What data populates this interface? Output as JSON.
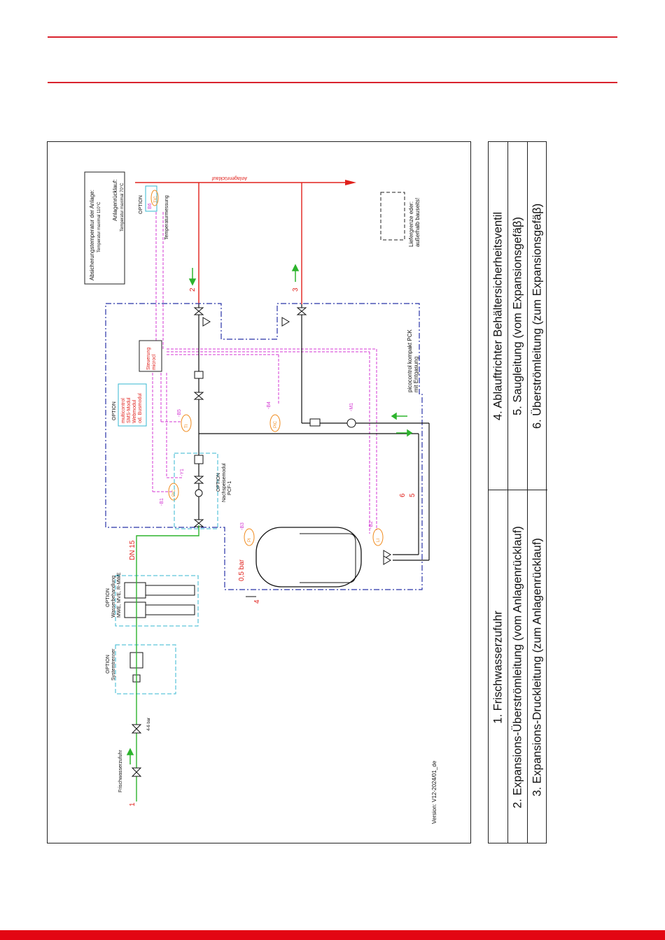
{
  "legend": {
    "items": [
      "1. Frischwasserzufuhr",
      "2. Expansions-Überströmleitung (vom Anlagenrücklauf)",
      "3. Expansions-Druckleitung (zum Anlagenrücklauf)",
      "4. Ablauftrichter Behältersicherheitsventil",
      "5. Saugleitung (vom Expansionsgefäβ)",
      "6. Überströmleitung (zum Expansionsgefäβ)"
    ]
  },
  "diagram": {
    "info_box": {
      "line1": "Absicherungstemperatur der Anlage:",
      "line2": "Temperatur maximal 110°C",
      "line3": "Anlagenrücklauf:",
      "line4": "Temperatur maximal 70°C"
    },
    "return_line_label": "Anlagenrücklauf",
    "delivery_limit": {
      "line1": "Liefergrenze eder:",
      "line2": "außerhalb bauseits!"
    },
    "temp_option": {
      "option": "OPTION",
      "sensor": "B6",
      "tag": "TIC",
      "caption": "Temperaturmessung"
    },
    "unit_label": {
      "line1": "picocontrol kompakt PCK",
      "line2": "mit Entgasung"
    },
    "control": {
      "line1": "Steuerung",
      "line2": "microcl"
    },
    "multi_option": {
      "option": "OPTION",
      "line1": "multicontrol",
      "line2": "SMS-Modul",
      "line3": "Webmodul",
      "line4": "od. Busmodul"
    },
    "refill_option": {
      "option": "OPTION",
      "line1": "Nachspeisemodul",
      "line2": "PCF-1"
    },
    "water_treatment": {
      "option": "OPTION",
      "line1": "Wasserbehandlung",
      "line2": "MWE, MVE, R-MWE"
    },
    "separator": {
      "option": "OPTION",
      "line1": "Systemtrenner"
    },
    "fresh_water_label": "Frischwasserzufuhr",
    "pressure_gauge": "4-6 bar",
    "dn_label": "DN 15",
    "safety_valve": "0,5 bar",
    "version": "Version: V12-2024/01_de",
    "sensors": {
      "b1": "-B1",
      "y1": "-Y1",
      "b2": "-B2",
      "b3": "-B3",
      "b4": "-B4",
      "b5": "-B5",
      "m1": "-M1"
    },
    "instrument_tags": {
      "pi": "PI",
      "pic": "PIC",
      "ti": "TI",
      "li": "LI"
    },
    "line_numbers": {
      "n1": "1",
      "n2": "2",
      "n3": "3",
      "n4": "4",
      "n5": "5",
      "n6": "6"
    }
  },
  "colors": {
    "accent_red": "#d9232e",
    "pipe_red": "#e0201b",
    "water_green": "#2db42d",
    "signal_magenta": "#d43ad4",
    "unit_blue": "#2833a8",
    "option_cyan": "#35b7d0",
    "instrument_orange": "#f08a1c"
  }
}
